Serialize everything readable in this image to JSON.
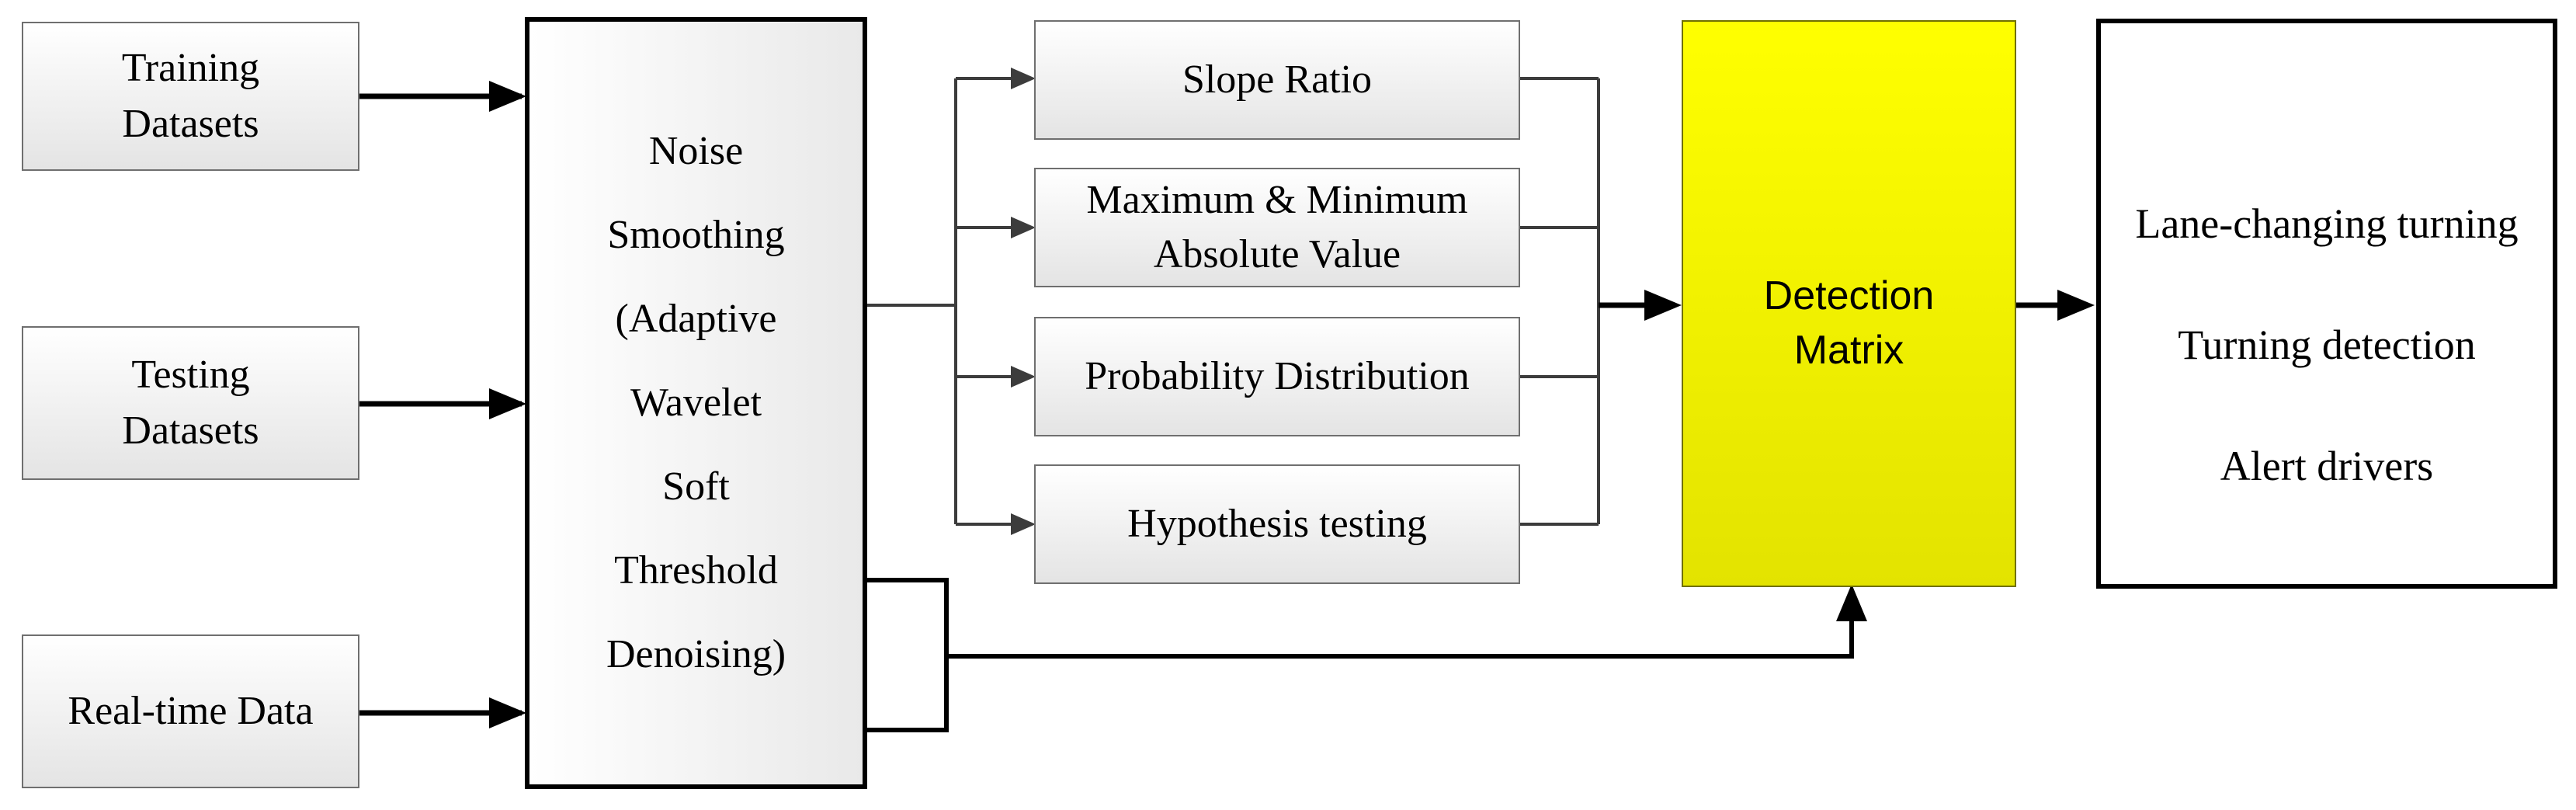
{
  "inputs": {
    "training": [
      "Training",
      "Datasets"
    ],
    "testing": [
      "Testing",
      "Datasets"
    ],
    "realtime": [
      "Real-time Data"
    ]
  },
  "noise": [
    "Noise",
    "Smoothing",
    "(Adaptive",
    "Wavelet",
    "Soft",
    "Threshold",
    "Denoising)"
  ],
  "features": {
    "slope": [
      "Slope Ratio"
    ],
    "maxmin": [
      "Maximum & Minimum",
      "Absolute Value"
    ],
    "prob": [
      "Probability Distribution"
    ],
    "hypo": [
      "Hypothesis testing"
    ]
  },
  "detection": [
    "Detection",
    "Matrix"
  ],
  "outputs": [
    "Lane-changing turning",
    "Turning detection",
    "Alert drivers"
  ],
  "colors": {
    "detection_fill": "#ffff00",
    "line": "#000000",
    "feature_line": "#3c3c3c"
  }
}
